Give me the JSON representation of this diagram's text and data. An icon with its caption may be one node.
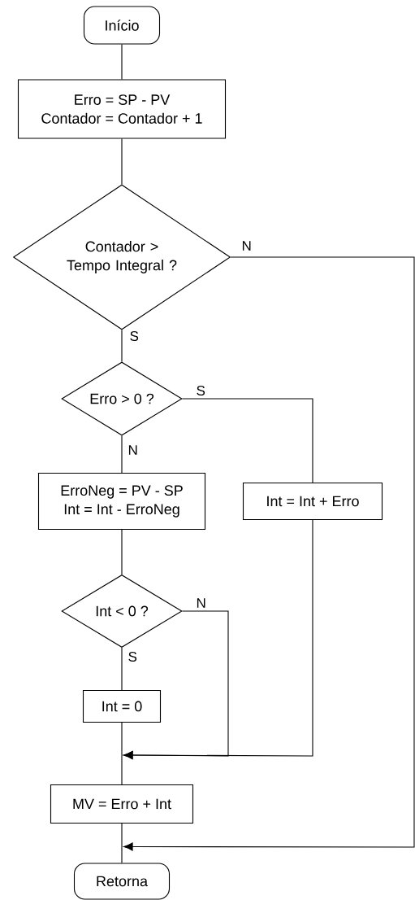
{
  "diagram": {
    "nodes": [
      {
        "text": [
          "Início"
        ]
      },
      {
        "text": [
          "Erro = SP - PV",
          "Contador = Contador + 1"
        ]
      },
      {
        "text": [
          "Contador > Tempo Integral ?"
        ]
      },
      {
        "text": [
          "Erro > 0 ?"
        ]
      },
      {
        "text": [
          "ErroNeg = PV - SP",
          "Int = Int - ErroNeg"
        ]
      },
      {
        "text": [
          "Int = Int + Erro"
        ]
      },
      {
        "text": [
          "Int < 0 ?"
        ]
      },
      {
        "text": [
          "Int = 0"
        ]
      },
      {
        "text": [
          "MV = Erro + Int"
        ]
      },
      {
        "text": [
          "Retorna"
        ]
      }
    ],
    "edges": [
      {
        "from": 0,
        "to": 1,
        "arrow": "none"
      },
      {
        "from": 1,
        "to": 2,
        "arrow": "none"
      },
      {
        "from": 2,
        "to": 3,
        "arrow": "none",
        "label": "S"
      },
      {
        "from": 2,
        "to": 9,
        "arrow": "to",
        "label": "N"
      },
      {
        "from": 3,
        "to": 5,
        "arrow": "none",
        "label": "S"
      },
      {
        "from": 3,
        "to": 4,
        "arrow": "none",
        "label": "N"
      },
      {
        "from": 4,
        "to": 6,
        "arrow": "none"
      },
      {
        "from": 6,
        "to": 7,
        "arrow": "none",
        "label": "S"
      },
      {
        "from": 6,
        "to": 8,
        "arrow": "to",
        "label": "N"
      },
      {
        "from": 7,
        "to": 8,
        "arrow": "none"
      },
      {
        "from": 5,
        "to": 8,
        "arrow": "to"
      },
      {
        "from": 8,
        "to": 9,
        "arrow": "none"
      }
    ]
  }
}
